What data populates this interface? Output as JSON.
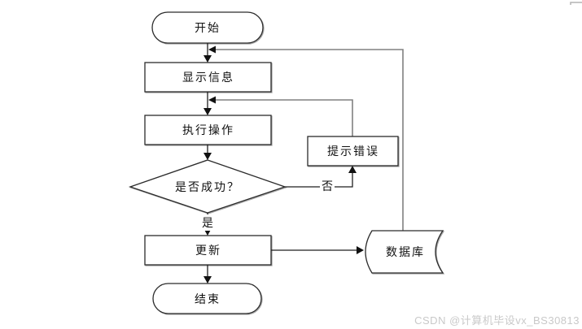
{
  "diagram": {
    "type": "flowchart",
    "nodes": [
      {
        "id": "start",
        "shape": "stadium",
        "label": "开始"
      },
      {
        "id": "display-info",
        "shape": "rect",
        "label": "显示信息"
      },
      {
        "id": "execute-operation",
        "shape": "rect",
        "label": "执行操作"
      },
      {
        "id": "success-decision",
        "shape": "diamond",
        "label": "是否成功？"
      },
      {
        "id": "error-prompt",
        "shape": "rect",
        "label": "提示错误"
      },
      {
        "id": "update",
        "shape": "rect",
        "label": "更新"
      },
      {
        "id": "database",
        "shape": "stored-data",
        "label": "数据库"
      },
      {
        "id": "end",
        "shape": "stadium",
        "label": "结束"
      }
    ],
    "edges": [
      {
        "from": "start",
        "to": "display-info",
        "label": ""
      },
      {
        "from": "display-info",
        "to": "execute-operation",
        "label": ""
      },
      {
        "from": "execute-operation",
        "to": "success-decision",
        "label": ""
      },
      {
        "from": "success-decision",
        "to": "error-prompt",
        "label": "否"
      },
      {
        "from": "error-prompt",
        "to": "execute-operation",
        "label": ""
      },
      {
        "from": "success-decision",
        "to": "update",
        "label": "是"
      },
      {
        "from": "update",
        "to": "database",
        "label": ""
      },
      {
        "from": "database",
        "to": "display-info",
        "label": ""
      },
      {
        "from": "update",
        "to": "end",
        "label": ""
      }
    ]
  },
  "watermark": {
    "text": "CSDN @计算机毕设vx_BS30813",
    "color": "#c9c9c9"
  },
  "colors": {
    "background": "#ffffff",
    "shape_fill": "#ffffff",
    "shape_border": "#2b2b2b",
    "connector_line": "#1f1f1f",
    "feedback_line": "#808080",
    "arrowhead": "#111111",
    "watermark": "#c9c9c9"
  }
}
